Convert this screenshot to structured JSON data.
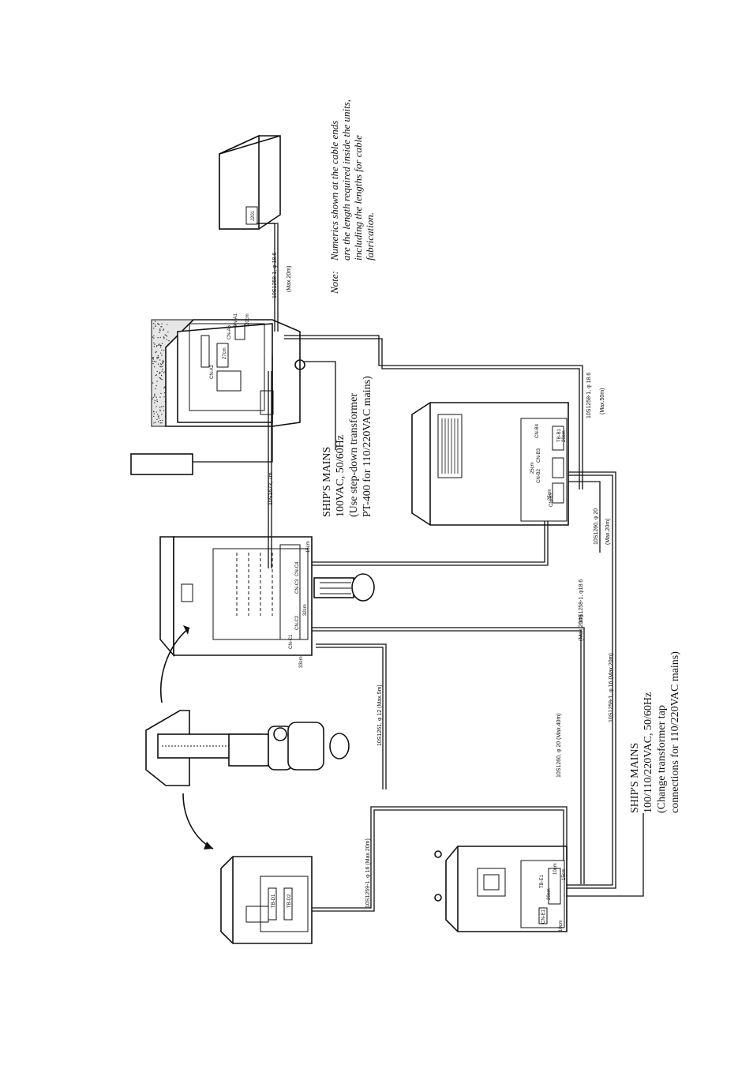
{
  "note": {
    "label": "Note:",
    "lines": [
      "Numerics shown at the cable ends",
      "are the length required inside the units,",
      "including the lengths for cable",
      "fabrication."
    ]
  },
  "mains_upper": {
    "lines": [
      "SHIP'S MAINS",
      "100VAC, 50/60Hz",
      "(Use step-down transformer",
      "PT-400 for 110/220VAC mains)"
    ]
  },
  "mains_lower": {
    "lines": [
      "SHIP'S MAINS",
      "100/110/220VAC, 50/60Hz",
      "(Change transformer tap",
      "connections for 110/220VAC mains)"
    ]
  },
  "cables": {
    "printer": "10S1258-1, φ 18.6",
    "printer_max": "(Max.20m)",
    "remote": "10S1673, 7m",
    "power_supply": "10S1258-1, φ 18.6",
    "power_supply_max": "(Max.50m)",
    "tb_b1": "10S1260, φ 20",
    "tb_b1_max": "(Max.20m)",
    "transceiver_a": "10S1258-1, φ18.6",
    "transceiver_a_max": "(Max.20m)",
    "transceiver_b": "10S1259-1, φ 16 (Max.20m)",
    "motor": "10S1261, φ 12 (Max.5m)",
    "hoist_a": "10S1260, φ 20 (Max.40m)",
    "hoist_b": "10S1259-1, φ 16 (Max.20m)"
  },
  "connectors": {
    "display_a5": "CN-A5",
    "display_a1": "CN-A1",
    "display_a2": "CN-A2",
    "display_j201": "J201",
    "display_len_a": "20cm",
    "display_len_b": "27cm",
    "trx_c1": "CN-C1",
    "trx_c2": "CN-C2",
    "trx_c3": "CN-C3",
    "trx_c4": "CN-C4",
    "trx_len_a": "33cm",
    "trx_len_b": "32cm",
    "trx_len_c": "15cm",
    "ps_b1": "CN-B1",
    "ps_b2": "CN-B2",
    "ps_b3": "CN-B3",
    "ps_b4": "CN-B4",
    "ps_tb": "TB-B1",
    "ps_len_a": "25cm",
    "ps_len_b": "20cm",
    "ps_len_c": "25cm",
    "hoist_tb_d1": "TB-D1",
    "hoist_tb_d2": "TB-D2",
    "sw_tb_e1": "TB-E1",
    "sw_cn_e1": "CN-E1",
    "sw_len_a": "10cm",
    "sw_len_b": "20cm",
    "sw_len_c": "15cm",
    "sw_len_d": "10cm"
  }
}
